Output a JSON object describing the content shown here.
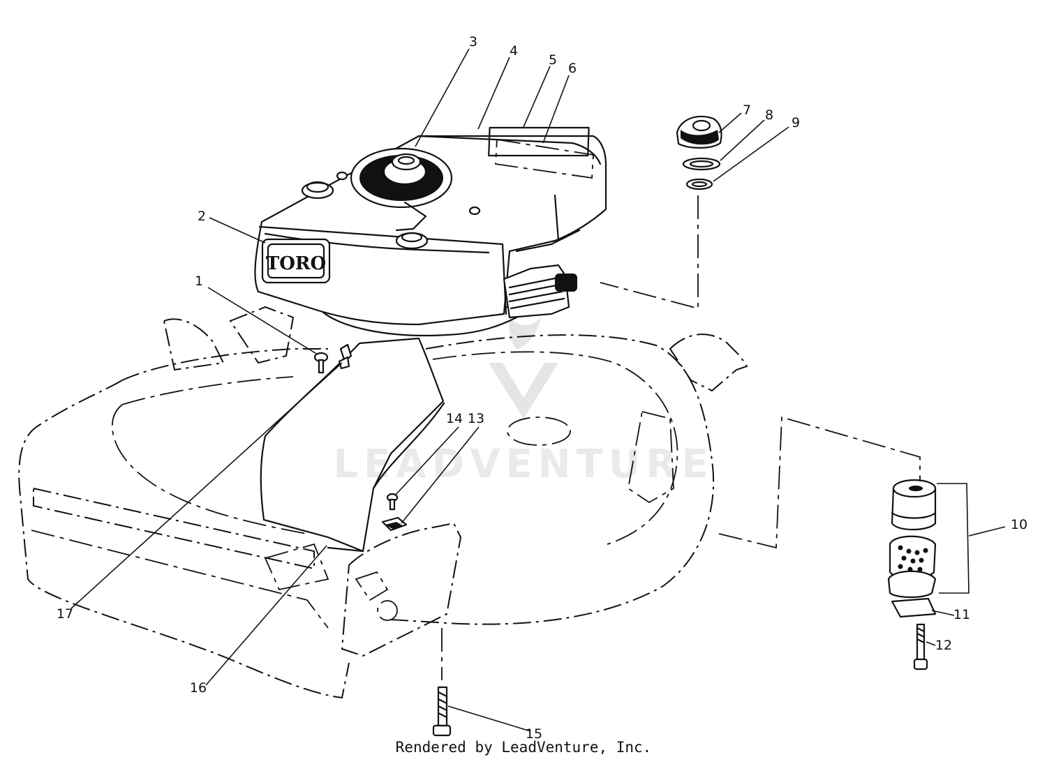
{
  "diagram": {
    "brand_label": "TORO",
    "watermark_text": "LEADVENTURE",
    "credit": "Rendered by LeadVenture, Inc.",
    "callouts": [
      "1",
      "2",
      "3",
      "4",
      "5",
      "6",
      "7",
      "8",
      "9",
      "10",
      "11",
      "12",
      "13",
      "14",
      "15",
      "16",
      "17"
    ]
  }
}
